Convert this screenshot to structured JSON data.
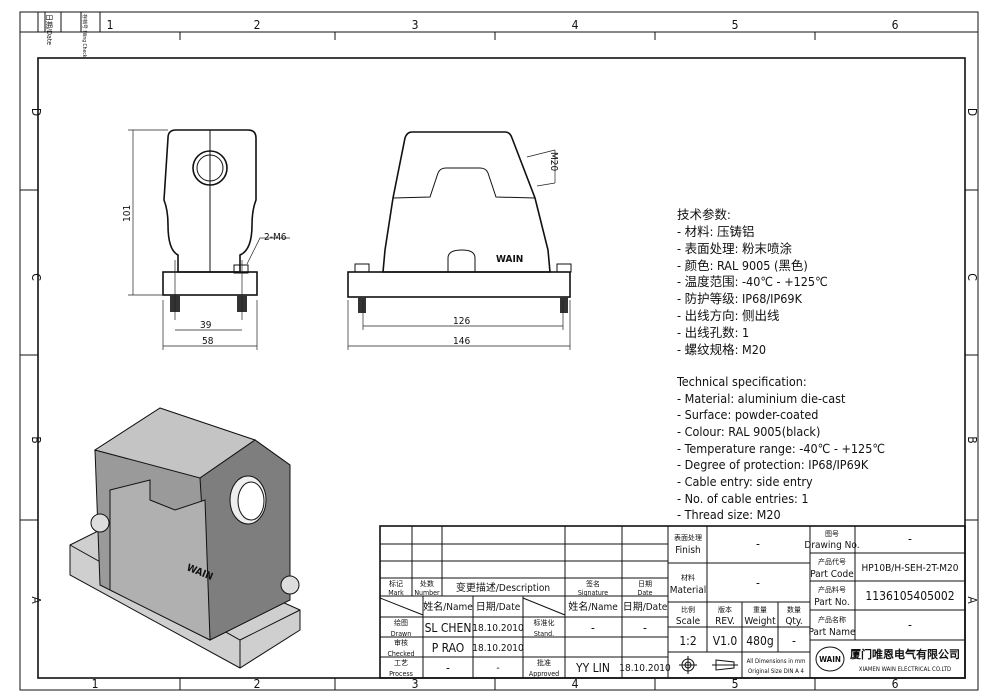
{
  "frame": {
    "columns": [
      "1",
      "2",
      "3",
      "4",
      "5",
      "6"
    ],
    "rows": [
      "D",
      "C",
      "B",
      "A"
    ],
    "filing_stamp": {
      "date_label": "日期/Date",
      "check_label": "存档号 Filing Check"
    }
  },
  "views": {
    "front": {
      "height_dim": "101",
      "thread_note": "2-M6",
      "bolt_spacing": "39",
      "width_dim": "58"
    },
    "side": {
      "thread_dim": "M20",
      "brand_mark": "WAIN",
      "bolt_spacing": "126",
      "width_dim": "146"
    },
    "iso": {
      "brand_mark": "WAIN"
    }
  },
  "spec_cn": {
    "title": "技术参数:",
    "lines": [
      "- 材料: 压铸铝",
      "- 表面处理: 粉末喷涂",
      "- 颜色: RAL 9005 (黑色)",
      "- 温度范围: -40℃ - +125℃",
      "- 防护等级: IP68/IP69K",
      "- 出线方向: 侧出线",
      "- 出线孔数: 1",
      "- 螺纹规格: M20"
    ]
  },
  "spec_en": {
    "title": "Technical specification:",
    "lines": [
      "- Material: aluminium die-cast",
      "- Surface: powder-coated",
      "- Colour: RAL 9005(black)",
      "- Temperature range: -40℃ - +125℃",
      "- Degree of protection: IP68/IP69K",
      "- Cable entry: side entry",
      "- No. of cable entries: 1",
      "- Thread size: M20"
    ]
  },
  "title_block": {
    "rev_header": {
      "mark_cn": "标记",
      "mark": "Mark",
      "number_cn": "处数",
      "number": "Number",
      "description": "变更描述/Description",
      "signature_cn": "签名",
      "signature": "Signature",
      "date_cn": "日期",
      "date": "Date"
    },
    "name_header": "姓名/Name",
    "date_header": "日期/Date",
    "drawn": {
      "label_cn": "绘图",
      "label": "Drawn",
      "name": "SL CHEN",
      "date": "18.10.2010"
    },
    "checked": {
      "label_cn": "审核",
      "label": "Checked",
      "name": "P RAO",
      "date": "18.10.2010"
    },
    "process": {
      "label_cn": "工艺",
      "label": "Process",
      "name": "-",
      "date": "-"
    },
    "stand": {
      "label_cn": "标准化",
      "label": "Stand.",
      "name": "-",
      "date": "-"
    },
    "approved": {
      "label_cn": "批准",
      "label": "Approved",
      "name": "YY LIN",
      "date": "18.10.2010"
    },
    "finish": {
      "label_cn": "表面处理",
      "label": "Finish",
      "value": "-"
    },
    "material": {
      "label_cn": "材料",
      "label": "Material",
      "value": "-"
    },
    "scale": {
      "label_cn": "比例",
      "label": "Scale",
      "value": "1:2"
    },
    "rev": {
      "label_cn": "版本",
      "label": "REV.",
      "value": "V1.0"
    },
    "weight": {
      "label_cn": "重量",
      "label": "Weight",
      "value": "480g"
    },
    "qty": {
      "label_cn": "数量",
      "label": "Qty.",
      "value": "-"
    },
    "units_note": [
      "All Dimensions in mm",
      "Original Size DIN A 4"
    ],
    "drawing_no": {
      "label_cn": "图号",
      "label": "Drawing No.",
      "value": "-"
    },
    "part_code": {
      "label_cn": "产品代号",
      "label": "Part Code",
      "value": "HP10B/H-SEH-2T-M20"
    },
    "part_no": {
      "label_cn": "产品料号",
      "label": "Part No.",
      "value": "1136105405002"
    },
    "part_name": {
      "label_cn": "产品名称",
      "label": "Part Name",
      "value": "-"
    },
    "company": {
      "logo": "WAIN",
      "name_cn": "厦门唯恩电气有限公司",
      "name_en": "XIAMEN WAIN ELECTRICAL CO.LTD"
    }
  }
}
